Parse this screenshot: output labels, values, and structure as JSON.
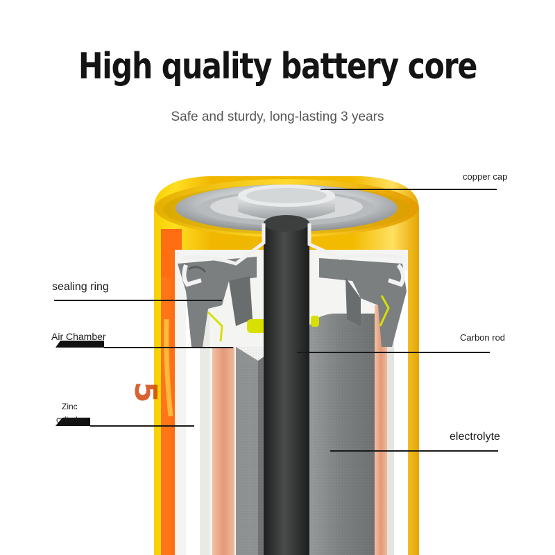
{
  "title": "High quality battery core",
  "subtitle": "Safe and sturdy, long-lasting 3 years",
  "labels": {
    "copper_cap": "copper cap",
    "sealing_ring": "sealing ring",
    "air_chamber": "Air Chamber",
    "carbon_rod": "Carbon rod",
    "zinc_line1": "Zinc",
    "zinc_line2": "cylinder",
    "electrolyte": "electrolyte"
  },
  "colors": {
    "casing": "#f5c400",
    "casing_dark": "#e19a00",
    "casing_orange": "#ff5a12",
    "cap_silver": "#c7cacb",
    "carbon_rod": "#2f3131",
    "electrolyte": "#7f8283",
    "copper_layer": "#e9a98a",
    "seal_gray": "#7c7f80"
  }
}
